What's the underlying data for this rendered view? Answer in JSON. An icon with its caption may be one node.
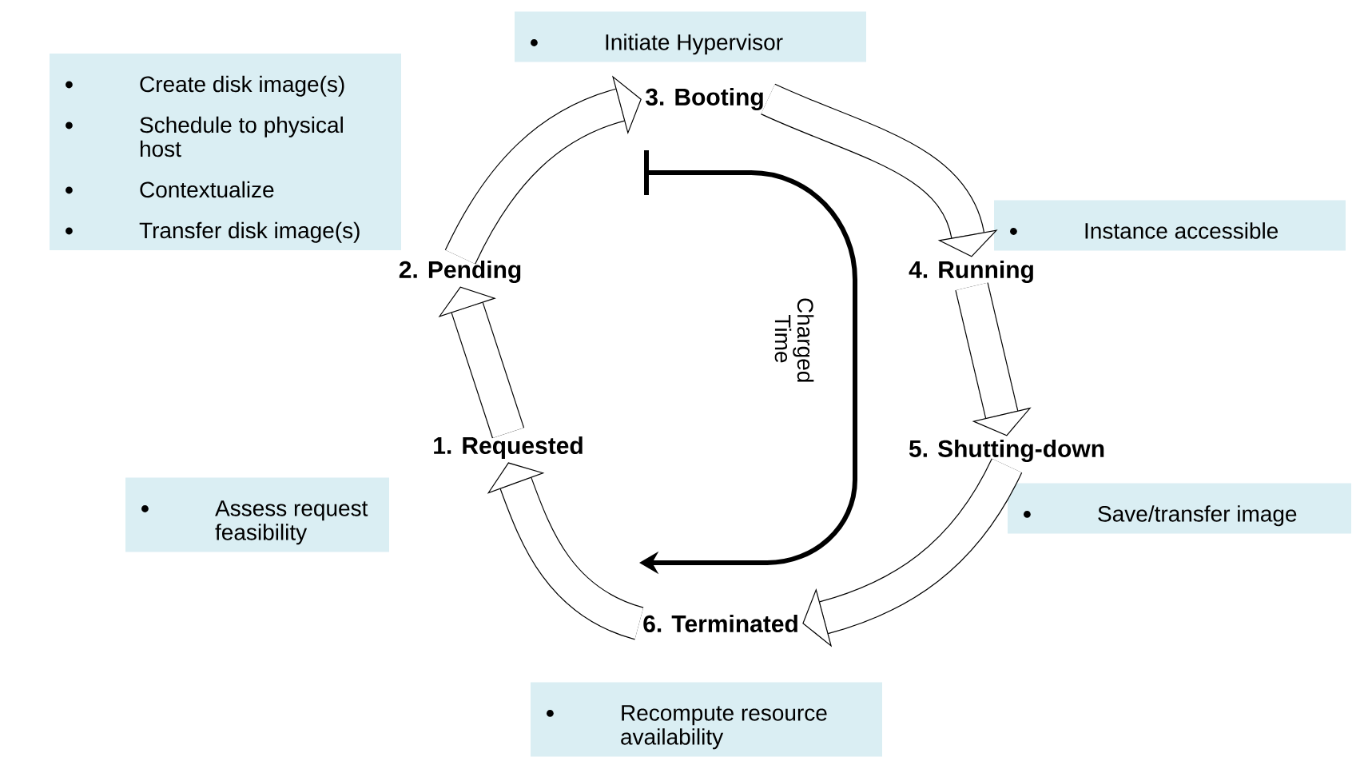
{
  "diagram": {
    "nodes": [
      {
        "text": [
          "1. Requested"
        ]
      },
      {
        "text": [
          "Assess request feasibility"
        ]
      },
      {
        "text": [
          "2. Pending"
        ]
      },
      {
        "text": [
          "Create disk image(s)",
          "Schedule to physical host",
          "Contextualize",
          "Transfer disk image(s)"
        ]
      },
      {
        "text": [
          "3. Booting"
        ]
      },
      {
        "text": [
          "Initiate Hypervisor"
        ]
      },
      {
        "text": [
          "4. Running"
        ]
      },
      {
        "text": [
          "Instance accessible"
        ]
      },
      {
        "text": [
          "5. Shutting-down"
        ]
      },
      {
        "text": [
          "Save/transfer image"
        ]
      },
      {
        "text": [
          "6. Terminated"
        ]
      },
      {
        "text": [
          "Recompute resource availability"
        ]
      }
    ],
    "edges": [
      {
        "from": 0,
        "to": 2,
        "arrow": "to"
      },
      {
        "from": 2,
        "to": 4,
        "arrow": "to"
      },
      {
        "from": 4,
        "to": 6,
        "arrow": "to"
      },
      {
        "from": 6,
        "to": 8,
        "arrow": "to"
      },
      {
        "from": 8,
        "to": 10,
        "arrow": "to"
      },
      {
        "from": 10,
        "to": 0,
        "arrow": "to"
      }
    ],
    "labels": [
      "Charged Time"
    ]
  }
}
